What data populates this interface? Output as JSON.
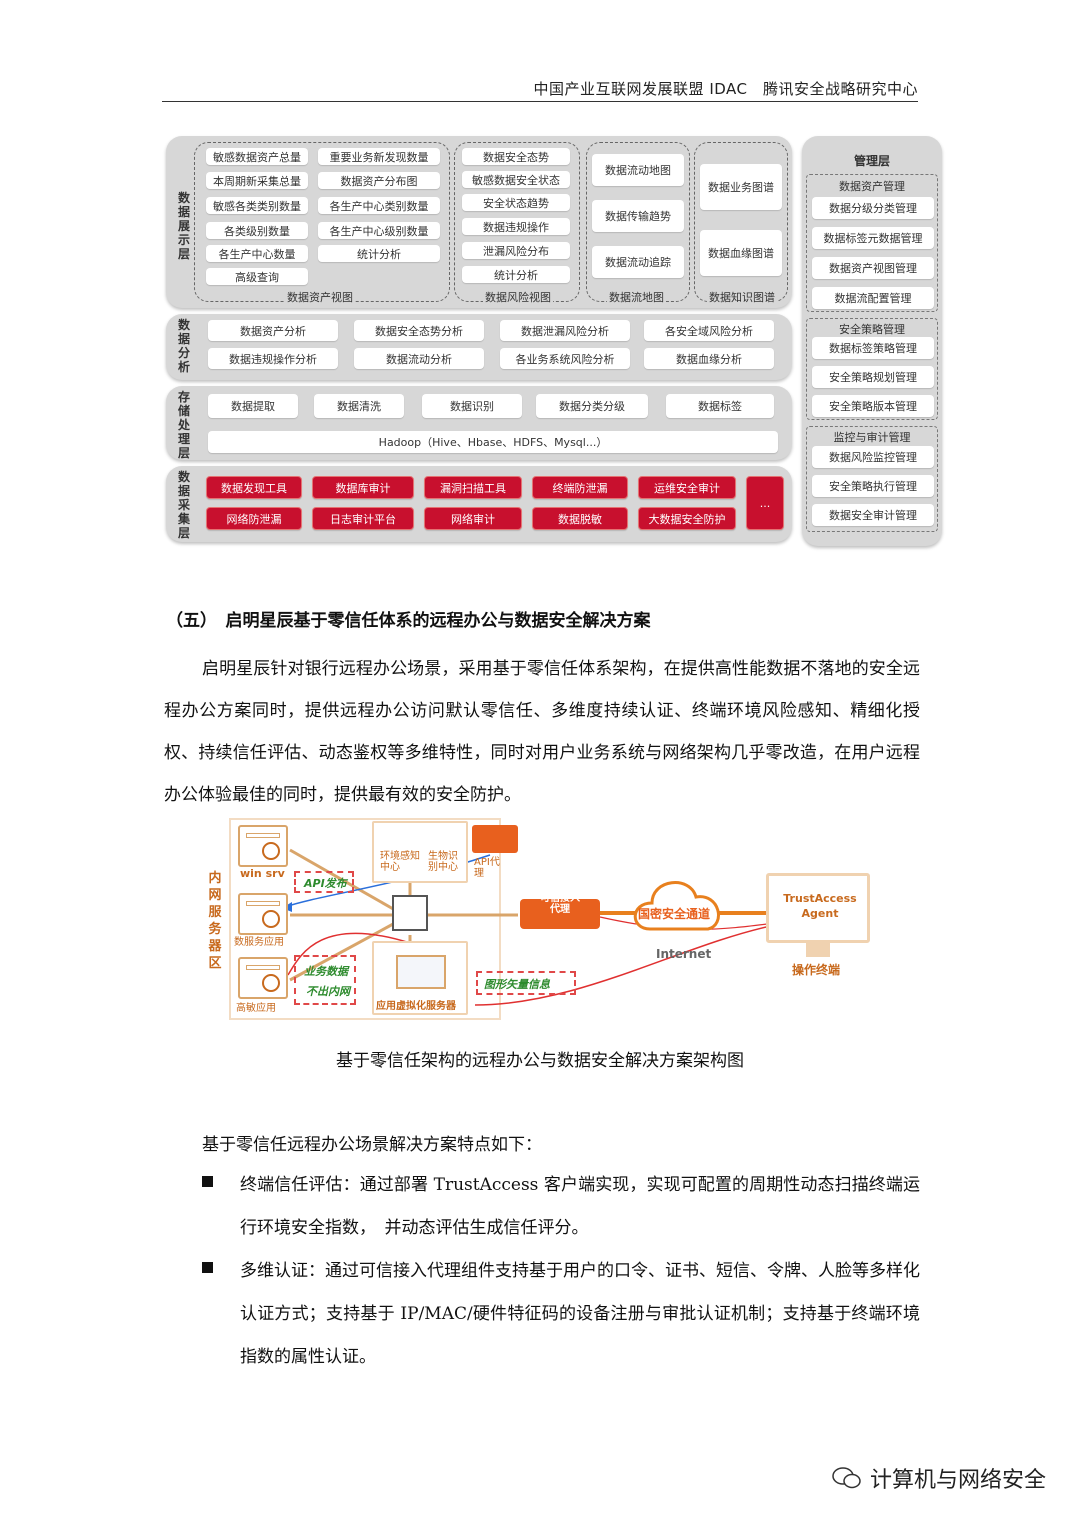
{
  "header": {
    "text": "中国产业互联网发展联盟 IDAC　腾讯安全战略研究中心"
  },
  "arch": {
    "display_layer": {
      "label": "数据展示层",
      "asset_view": {
        "caption": "数据资产视图",
        "col1": [
          "敏感数据资产总量",
          "本周期新采集总量",
          "敏感各类类别数量",
          "各类级别数量",
          "各生产中心数量",
          "高级查询"
        ],
        "col2": [
          "重要业务新发现数量",
          "数据资产分布图",
          "各生产中心类别数量",
          "各生产中心级别数量",
          "统计分析"
        ]
      },
      "risk_view": {
        "caption": "数据风险视图",
        "items": [
          "数据安全态势",
          "敏感数据安全状态",
          "安全状态趋势",
          "数据违规操作",
          "泄漏风险分布",
          "统计分析"
        ]
      },
      "flow_view": {
        "caption": "数据流地图",
        "items": [
          "数据流动地图",
          "数据传输趋势",
          "数据流动追踪"
        ]
      },
      "knowledge_view": {
        "caption": "数据知识图谱",
        "items": [
          "数据业务图谱",
          "数据血缘图谱"
        ]
      }
    },
    "analysis_layer": {
      "label": "数据分析",
      "row1": [
        "数据资产分析",
        "数据安全态势分析",
        "数据泄漏风险分析",
        "各安全域风险分析"
      ],
      "row2": [
        "数据违规操作分析",
        "数据流动分析",
        "各业务系统风险分析",
        "数据血缘分析"
      ]
    },
    "storage_layer": {
      "label": "存储处理层",
      "row1": [
        "数据提取",
        "数据清洗",
        "数据识别",
        "数据分类分级",
        "数据标签"
      ],
      "hadoop": "Hadoop（Hive、Hbase、HDFS、Mysql...）"
    },
    "collect_layer": {
      "label": "数据采集层",
      "row1": [
        "数据发现工具",
        "数据库审计",
        "漏洞扫描工具",
        "终端防泄漏",
        "运维安全审计"
      ],
      "row2": [
        "网络防泄漏",
        "日志审计平台",
        "网络审计",
        "数据脱敏",
        "大数据安全防护"
      ],
      "more": "..."
    },
    "management": {
      "title": "管理层",
      "asset_mgmt": {
        "caption": "数据资产管理",
        "items": [
          "数据分级分类管理",
          "数据标签元数据管理",
          "数据资产视图管理",
          "数据流配置管理"
        ]
      },
      "policy_mgmt": {
        "caption": "安全策略管理",
        "items": [
          "数据标签策略管理",
          "安全策略规划管理",
          "安全策略版本管理"
        ]
      },
      "audit_mgmt": {
        "caption": "监控与审计管理",
        "items": [
          "数据风险监控管理",
          "安全策略执行管理",
          "数据安全审计管理"
        ]
      }
    }
  },
  "section": {
    "title": "（五）　启明星辰基于零信任体系的远程办公与数据安全解决方案",
    "paragraph": "启明星辰针对银行远程办公场景，采用基于零信任体系架构，在提供高性能数据不落地的安全远程办公方案同时，提供远程办公访问默认零信任、多维度持续认证、终端环境风险感知、精细化授权、持续信任评估、动态鉴权等多维特性，同时对用户业务系统与网络架构几乎零改造，在用户远程办公体验最佳的同时，提供最有效的安全防护。"
  },
  "network": {
    "zone": "内网服务器区",
    "servers": [
      "win srv",
      "数服务应用",
      "高敏应用"
    ],
    "env": "环境感知中心",
    "bio": "生物识别中心",
    "api_proxy": "API代理",
    "api_publish": "API发布",
    "biz_data_1": "业务数据",
    "biz_data_2": "不出内网",
    "app_server": "应用虚拟化服务器",
    "vector_info": "图形矢量信息",
    "trusted_proxy": "可信接入代理",
    "tunnel": "国密安全通道",
    "internet": "Internet",
    "agent": "TrustAccess Agent",
    "terminal": "操作终端"
  },
  "caption": "基于零信任架构的远程办公与数据安全解决方案架构图",
  "features": {
    "intro": "基于零信任远程办公场景解决方案特点如下：",
    "items": [
      "终端信任评估：通过部署 TrustAccess 客户端实现，实现可配置的周期性动态扫描终端运行环境安全指数，　并动态评估生成信任评分。",
      "多维认证：通过可信接入代理组件支持基于用户的口令、证书、短信、令牌、人脸等多样化认证方式；支持基于 IP/MAC/硬件特征码的设备注册与审批认证机制；支持基于终端环境指数的属性认证。"
    ]
  },
  "watermark": "计算机与网络安全"
}
